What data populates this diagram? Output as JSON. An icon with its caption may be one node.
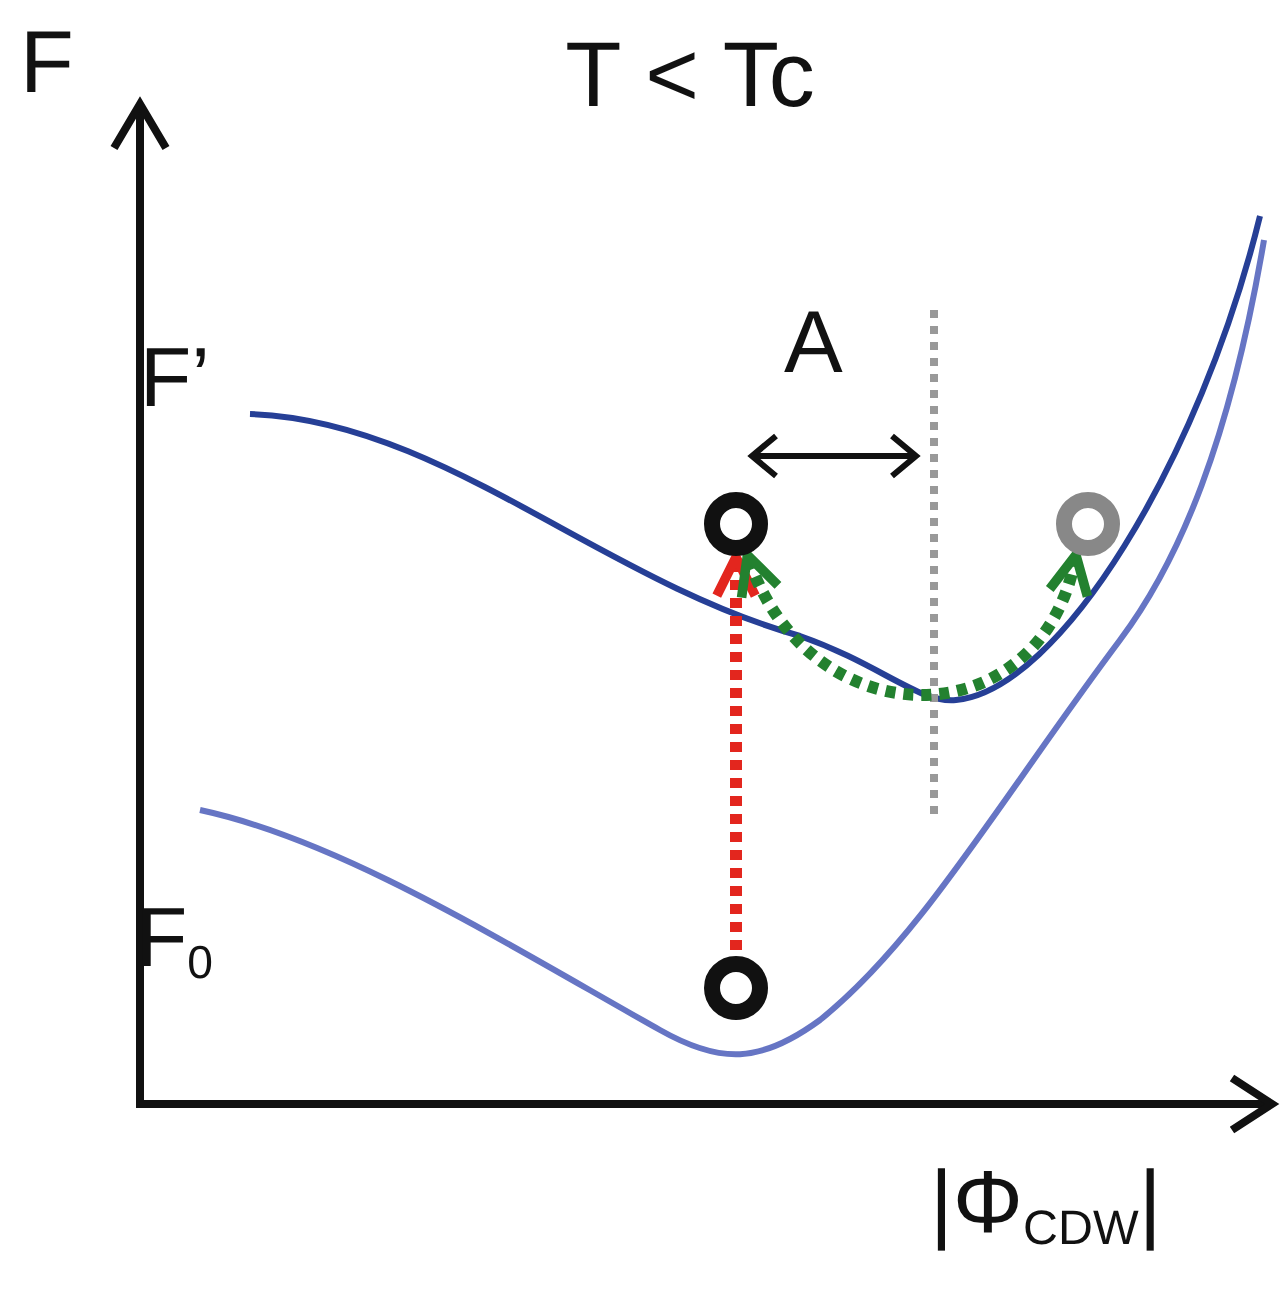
{
  "diagram": {
    "title": "T < Tc",
    "nodes": [
      {
        "text": [],
        "shape": "circle"
      },
      {
        "text": [],
        "shape": "circle"
      },
      {
        "text": [],
        "shape": "circle"
      }
    ],
    "edges": [
      {
        "from": 2,
        "to": 0,
        "arrow": "to",
        "style": "dashed",
        "color": "#e3261e"
      },
      {
        "from": 0,
        "to": 1,
        "arrow": "both",
        "style": "dashed",
        "color": "#23812f"
      }
    ],
    "labels": [
      "F",
      "F’",
      "F$_{0}$",
      "A",
      "|Φ$_{CDW}$|"
    ]
  }
}
